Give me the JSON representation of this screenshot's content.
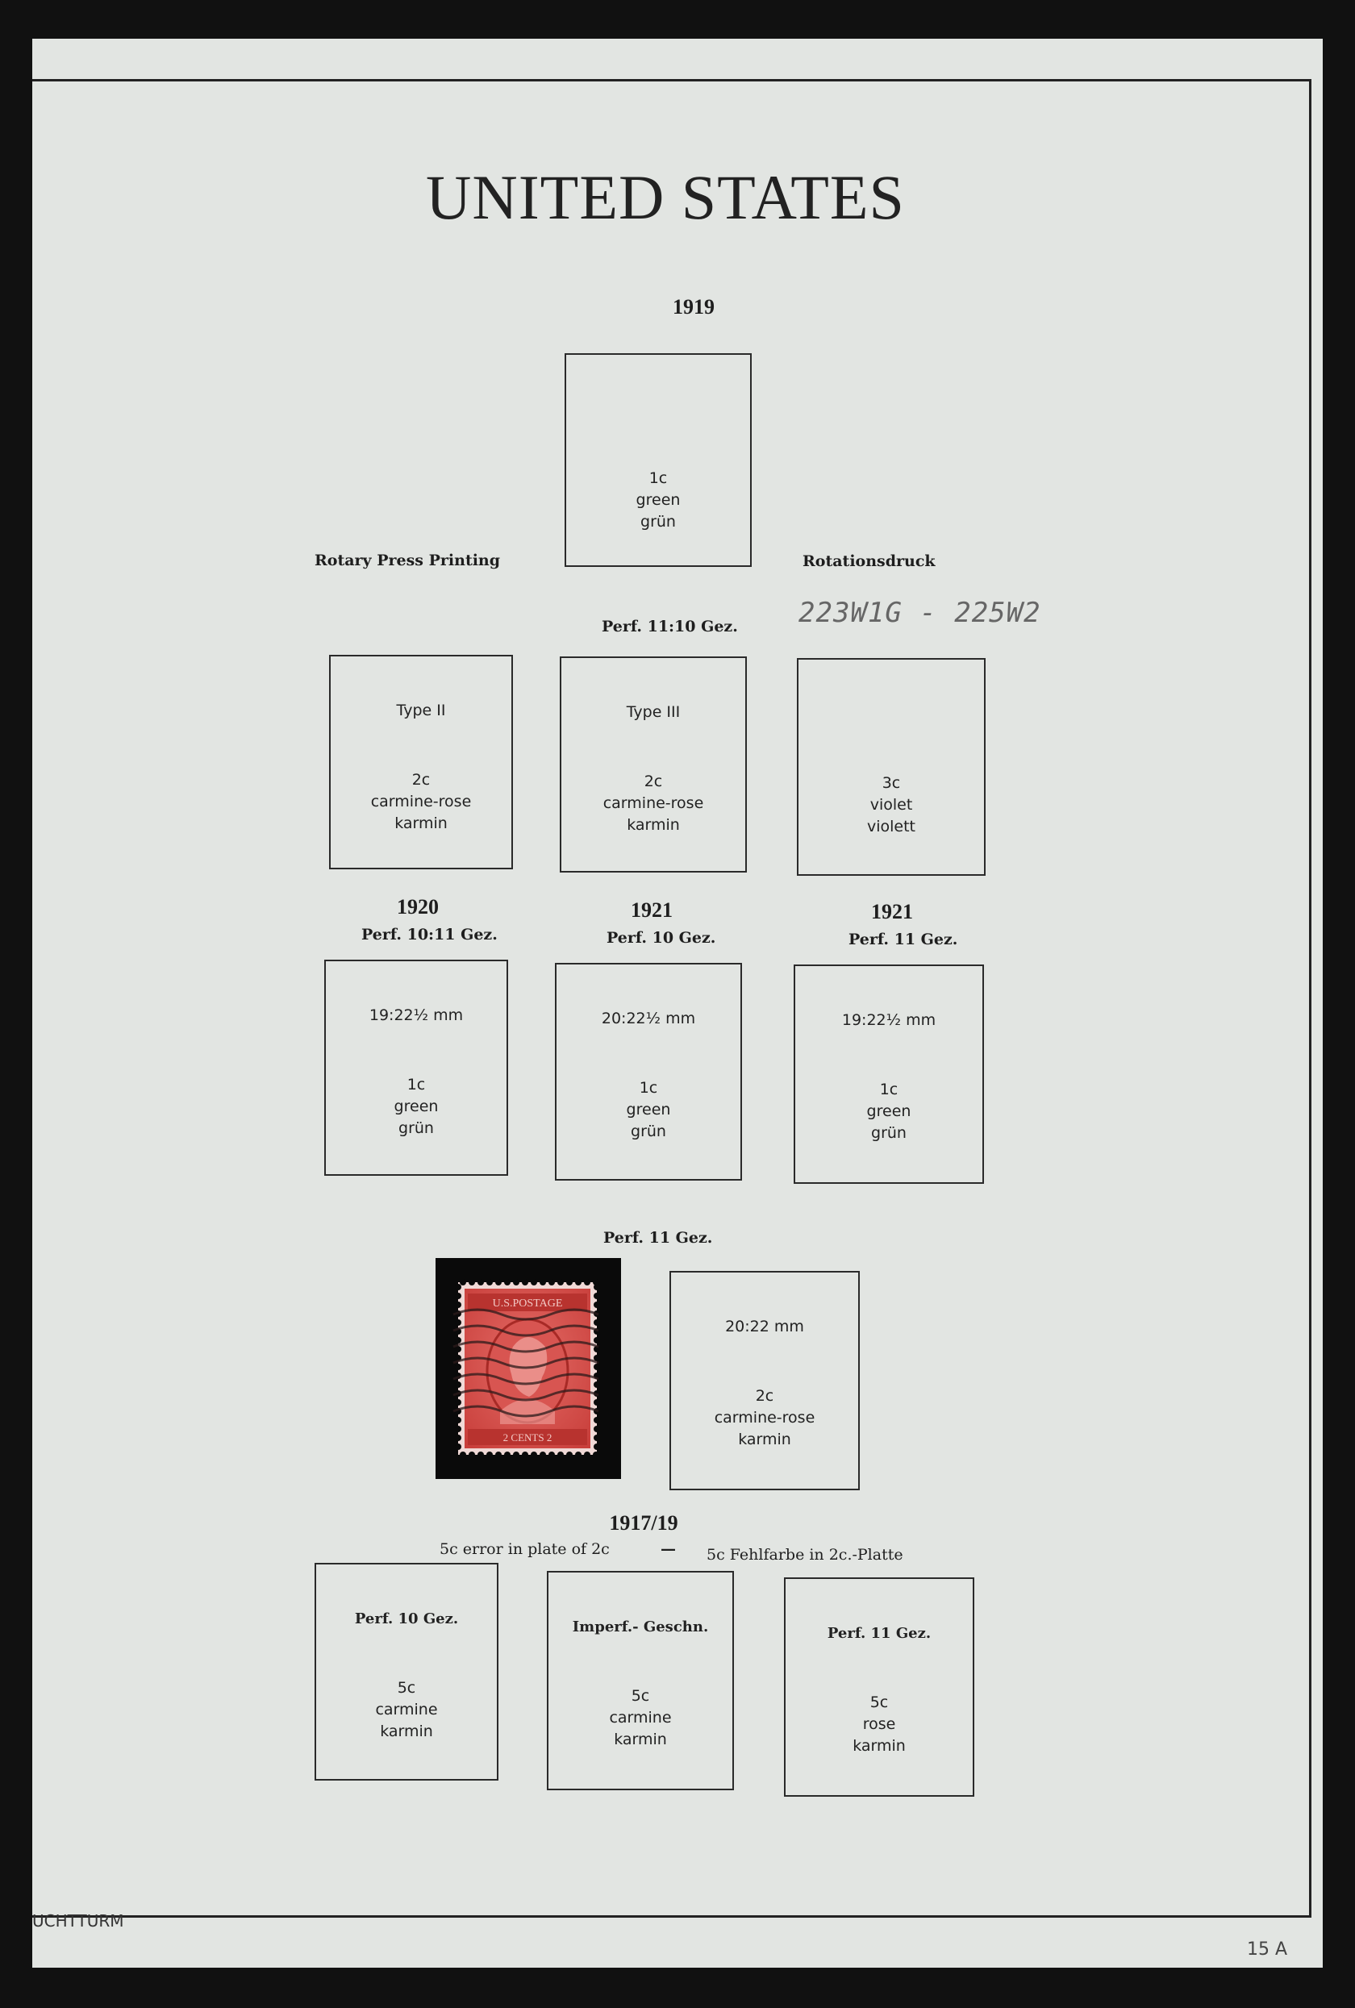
{
  "title": "UNITED STATES",
  "sections": {
    "y1919": "1919",
    "rotary_en": "Rotary Press Printing",
    "rotary_de": "Rotationsdruck",
    "perf_11_10": "Perf. 11:10 Gez.",
    "handwritten": "223W1G - 225W2",
    "y1920": "1920",
    "perf_10_11": "Perf. 10:11 Gez.",
    "y1921a": "1921",
    "perf_10": "Perf. 10 Gez.",
    "y1921b": "1921",
    "perf_11a": "Perf. 11 Gez.",
    "perf_11b": "Perf. 11 Gez.",
    "y1917": "1917/19",
    "error_en": "5c error in plate of 2c",
    "dash": "—",
    "error_de": "5c Fehlfarbe in 2c.-Platte"
  },
  "boxes": {
    "b1919": {
      "denom": "1c",
      "color_en": "green",
      "color_de": "grün"
    },
    "t2": {
      "header": "Type II",
      "denom": "2c",
      "color_en": "carmine-rose",
      "color_de": "karmin"
    },
    "t3": {
      "header": "Type III",
      "denom": "2c",
      "color_en": "carmine-rose",
      "color_de": "karmin"
    },
    "v3": {
      "denom": "3c",
      "color_en": "violet",
      "color_de": "violett"
    },
    "g1920": {
      "header": "19:22½ mm",
      "denom": "1c",
      "color_en": "green",
      "color_de": "grün"
    },
    "g1921a": {
      "header": "20:22½ mm",
      "denom": "1c",
      "color_en": "green",
      "color_de": "grün"
    },
    "g1921b": {
      "header": "19:22½ mm",
      "denom": "1c",
      "color_en": "green",
      "color_de": "grün"
    },
    "c2": {
      "header": "20:22 mm",
      "denom": "2c",
      "color_en": "carmine-rose",
      "color_de": "karmin"
    },
    "e1": {
      "header": "Perf. 10 Gez.",
      "denom": "5c",
      "color_en": "carmine",
      "color_de": "karmin"
    },
    "e2": {
      "header": "Imperf.- Geschn.",
      "denom": "5c",
      "color_en": "carmine",
      "color_de": "karmin"
    },
    "e3": {
      "header": "Perf. 11 Gez.",
      "denom": "5c",
      "color_en": "rose",
      "color_de": "karmin"
    }
  },
  "stamp": {
    "top_text": "U.S.POSTAGE",
    "bottom_text": "2 CENTS 2",
    "ink": "#d9534f"
  },
  "footer": {
    "brand": "UCHTTURM",
    "page_number": "15 A"
  }
}
